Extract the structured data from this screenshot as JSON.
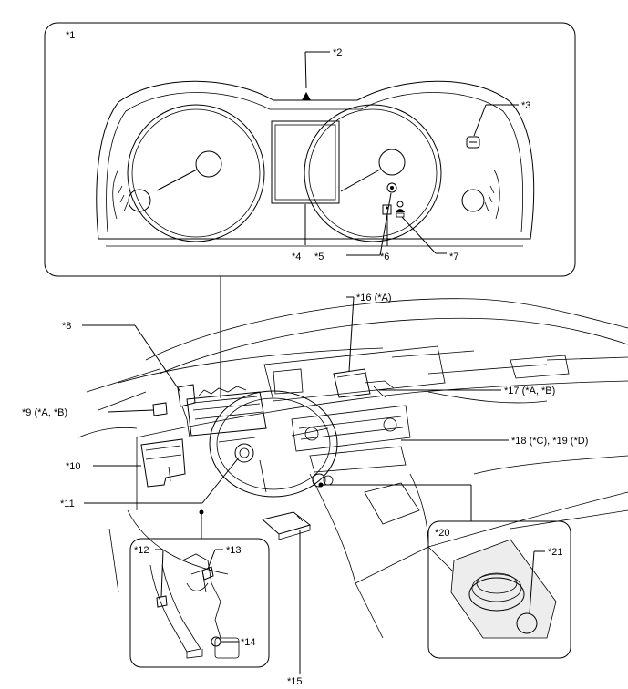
{
  "callouts": {
    "c1": "*1",
    "c2": "*2",
    "c3": "*3",
    "c4": "*4",
    "c5": "*5",
    "c6": "*6",
    "c7": "*7",
    "c8": "*8",
    "c9": "*9 (*A, *B)",
    "c10": "*10",
    "c11": "*11",
    "c12": "*12",
    "c13": "*13",
    "c14": "*14",
    "c15": "*15",
    "c16": "*16 (*A)",
    "c17": "*17 (*A, *B)",
    "c18": "*18 (*C), *19 (*D)",
    "c20": "*20",
    "c21": "*21"
  },
  "icons": {
    "warning": "warning-triangle-icon",
    "airbag_off": "passenger-airbag-off-icon",
    "seatbelt": "seatbelt-reminder-icon",
    "srs": "srs-airbag-warning-icon"
  }
}
